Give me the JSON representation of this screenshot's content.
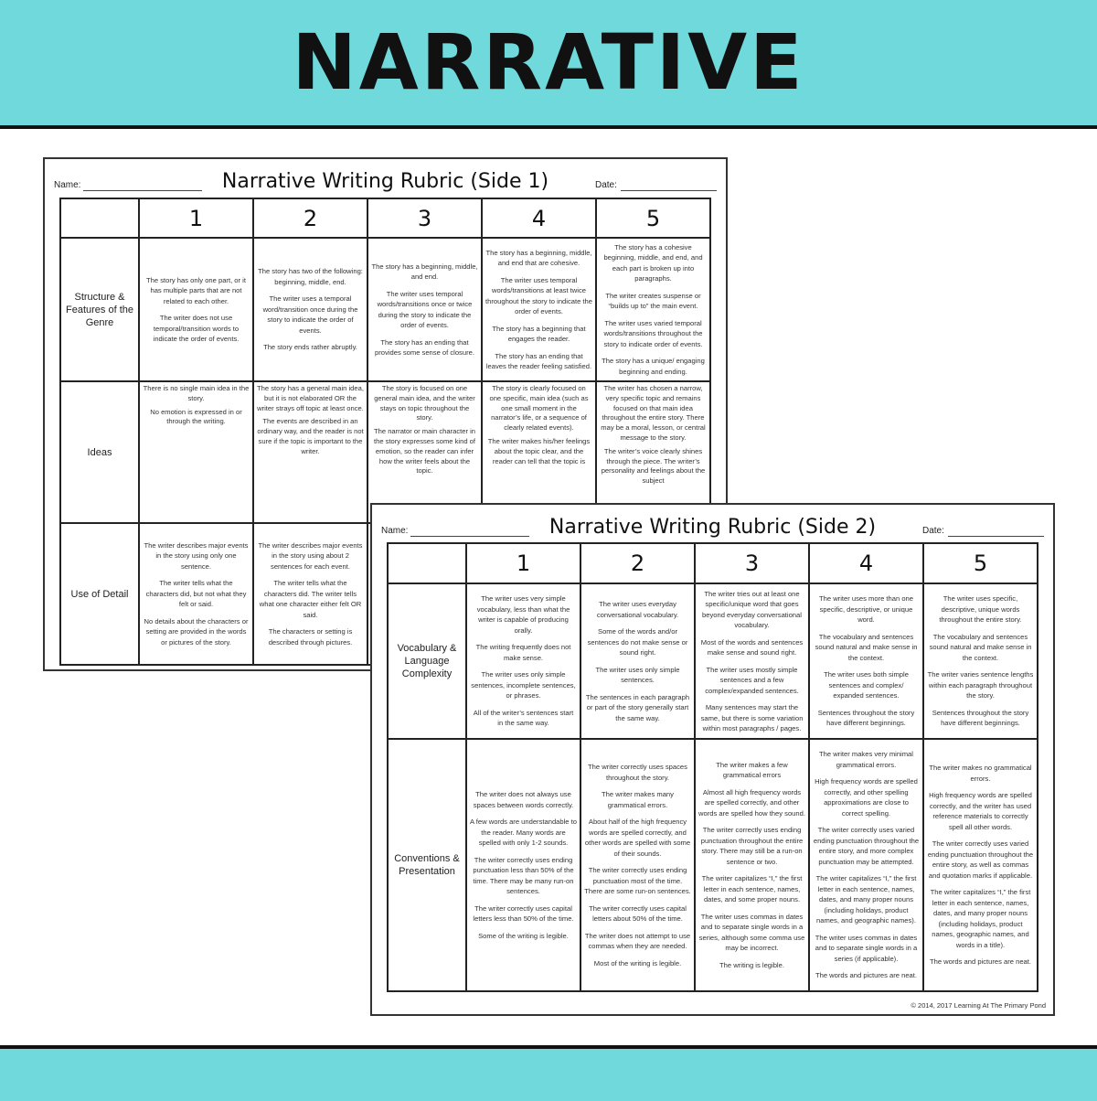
{
  "banner": {
    "title": "NARRATIVE"
  },
  "colors": {
    "banner": "#6fd9dc"
  },
  "sheets": [
    {
      "name_label": "Name:",
      "title": "Narrative Writing Rubric (Side 1)",
      "date_label": "Date:",
      "scores": [
        "1",
        "2",
        "3",
        "4",
        "5"
      ],
      "rows": [
        {
          "label": "Structure & Features of the Genre",
          "cells": [
            [
              "The story has only one part, or it has multiple parts that are not related to each other.",
              "The writer does not use temporal/transition words to indicate the order of events."
            ],
            [
              "The story has two of the following: beginning, middle, end.",
              "The writer uses a temporal word/transition once during the story to indicate the order of events.",
              "The story ends rather abruptly."
            ],
            [
              "The story has a beginning, middle, and end.",
              "The writer uses temporal words/transitions once or twice during the story to indicate the order of events.",
              "The story has an ending that provides some sense of closure."
            ],
            [
              "The story has a beginning, middle, and end that are cohesive.",
              "The writer uses temporal words/transitions at least twice throughout the story to indicate the order of events.",
              "The story has a beginning that engages the reader.",
              "The story has an ending that leaves the reader feeling satisfied."
            ],
            [
              "The story has a cohesive beginning, middle, and end, and each part is broken up into paragraphs.",
              "The writer creates suspense or “builds up to” the main event.",
              "The writer uses varied temporal words/transitions throughout the story to indicate order of events.",
              "The story has a unique/ engaging beginning and ending."
            ]
          ]
        },
        {
          "label": "Ideas",
          "cells": [
            [
              "There is no single main idea in the story.",
              "No emotion is expressed in or through the writing."
            ],
            [
              "The story has a general main idea, but it is not elaborated OR the writer strays off topic at least once.",
              "The events are described in an ordinary way, and the reader is not sure if the topic is important to the writer."
            ],
            [
              "The story is focused on one general main idea, and the writer stays on topic throughout the story.",
              "The narrator or main character in the story expresses some kind of emotion, so the reader can infer how the writer feels about the topic."
            ],
            [
              "The story is clearly focused on one specific, main idea (such as one small moment in the narrator’s life, or a sequence of clearly related events).",
              "The writer makes his/her feelings about the topic clear, and the reader can tell that the topic is"
            ],
            [
              "The writer has chosen a narrow, very specific topic and remains focused on that main idea throughout the entire story. There may be a moral, lesson, or central message to the story.",
              "The writer’s voice clearly shines through the piece. The writer’s personality and feelings about the subject"
            ]
          ]
        },
        {
          "label": "Use of Detail",
          "cells": [
            [
              "The writer describes major events in the story using only one sentence.",
              "The writer tells what the characters did, but not what they felt or said.",
              "No details about the characters or setting are provided in the words or pictures of the story."
            ],
            [
              "The writer describes major events in the story using about 2 sentences for each event.",
              "The writer tells what the characters did. The writer tells what one character either felt OR said.",
              "The characters or setting is described through pictures."
            ],
            [],
            [],
            []
          ]
        }
      ]
    },
    {
      "name_label": "Name:",
      "title": "Narrative Writing Rubric (Side 2)",
      "date_label": "Date:",
      "scores": [
        "1",
        "2",
        "3",
        "4",
        "5"
      ],
      "rows": [
        {
          "label": "Vocabulary & Language Complexity",
          "cells": [
            [
              "The writer uses very simple vocabulary, less than what the writer is capable of producing orally.",
              "The writing frequently does not make sense.",
              "The writer uses only simple sentences, incomplete sentences, or phrases.",
              "All of the writer’s sentences start in the same way."
            ],
            [
              "The writer uses everyday conversational vocabulary.",
              "Some of the words and/or sentences do not make sense or sound right.",
              "The writer uses only simple sentences.",
              "The sentences in each paragraph or part of the story generally start the same way."
            ],
            [
              "The writer tries out at least one specific/unique word that goes beyond everyday conversational vocabulary.",
              "Most of the words and sentences make sense and sound right.",
              "The writer uses mostly simple sentences and a few complex/expanded sentences.",
              "Many sentences may start the same, but there is some variation within most paragraphs / pages."
            ],
            [
              "The writer uses more than one specific, descriptive, or unique word.",
              "The vocabulary and sentences sound natural and make sense in the context.",
              "The writer uses both simple sentences and complex/ expanded sentences.",
              "Sentences throughout the story have different beginnings."
            ],
            [
              "The writer uses specific, descriptive, unique words throughout the entire story.",
              "The vocabulary and sentences sound natural and make sense in the context.",
              "The writer varies sentence lengths within each paragraph throughout the story.",
              "Sentences throughout the story have different beginnings."
            ]
          ]
        },
        {
          "label": "Conventions & Presentation",
          "cells": [
            [
              "The writer does not always use spaces between words correctly.",
              "A few words are understandable to the reader. Many words are spelled with only 1-2 sounds.",
              "The writer correctly uses ending punctuation less than 50% of the time. There may be many run-on sentences.",
              "The writer correctly uses capital letters less than 50% of the time.",
              "Some of the writing is legible."
            ],
            [
              "The writer correctly uses spaces throughout the story.",
              "The writer makes many grammatical errors.",
              "About half of the high frequency words are spelled correctly, and other words are spelled with some of their sounds.",
              "The writer correctly uses ending punctuation most of the time. There are some run-on sentences.",
              "The writer correctly uses capital letters about 50% of the time.",
              "The writer does not attempt to use commas when they are needed.",
              "Most of the writing is legible."
            ],
            [
              "The writer makes a few grammatical errors",
              "Almost all high frequency words are spelled correctly, and other words are spelled how they sound.",
              "The writer correctly uses ending punctuation throughout the entire story. There may still be a run-on sentence or two.",
              "The writer capitalizes “I,” the first letter in each sentence, names, dates, and some proper nouns.",
              "The writer uses commas in dates and to separate single words in a series, although some comma use may be incorrect.",
              "The writing is legible."
            ],
            [
              "The writer makes very minimal grammatical errors.",
              "High frequency words are spelled correctly, and other spelling approximations are close to correct spelling.",
              "The writer correctly uses varied ending punctuation throughout the entire story, and more complex punctuation may be attempted.",
              "The writer capitalizes “I,” the first letter in each sentence, names, dates, and many proper nouns (including holidays, product names, and geographic names).",
              "The writer uses commas in dates and to separate single words in a series (if applicable).",
              "The words and pictures are neat."
            ],
            [
              "The writer makes no grammatical errors.",
              "High frequency words are spelled correctly, and the writer has used reference materials to correctly spell all other words.",
              "The writer correctly uses varied ending punctuation throughout the entire story, as well as commas and quotation marks if applicable.",
              "The writer capitalizes “I,” the first letter in each sentence, names, dates, and many proper nouns (including holidays, product names, geographic names, and words in a title).",
              "The words and pictures are neat."
            ]
          ]
        }
      ],
      "copyright": "© 2014, 2017 Learning At The Primary Pond"
    }
  ]
}
